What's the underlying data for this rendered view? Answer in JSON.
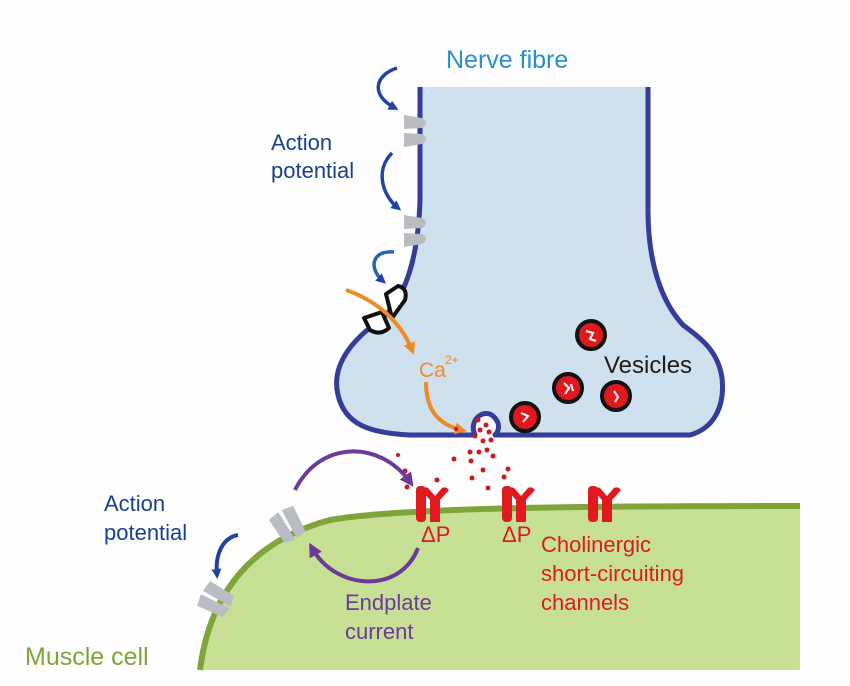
{
  "labels": {
    "nerve_fibre": "Nerve fibre",
    "action_potential_top_line1": "Action",
    "action_potential_top_line2": "potential",
    "calcium_base": "Ca",
    "calcium_charge": "2+",
    "vesicles": "Vesicles",
    "action_potential_bottom_line1": "Action",
    "action_potential_bottom_line2": "potential",
    "endplate_current_line1": "Endplate",
    "endplate_current_line2": "current",
    "delta_p_1": "ΔP",
    "delta_p_2": "ΔP",
    "cholinergic_line1": "Cholinergic",
    "cholinergic_line2": "short-circuiting",
    "cholinergic_line3": "channels",
    "muscle_cell": "Muscle cell"
  },
  "colors": {
    "nerve_fill": "#cfe1ee",
    "nerve_outline": "#353c9a",
    "muscle_fill": "#c8e096",
    "muscle_outline": "#7fa53a",
    "channel_grey": "#b9bcc2",
    "receptor_red": "#e0191f",
    "calcium_orange": "#f08a24",
    "current_purple": "#6a3b9a",
    "action_blue": "#1a3f8f"
  },
  "icons": {
    "sodium_channel": "voltage-gated-channel",
    "calcium_channel": "calcium-channel",
    "receptor": "acetylcholine-receptor",
    "vesicle": "synaptic-vesicle"
  }
}
